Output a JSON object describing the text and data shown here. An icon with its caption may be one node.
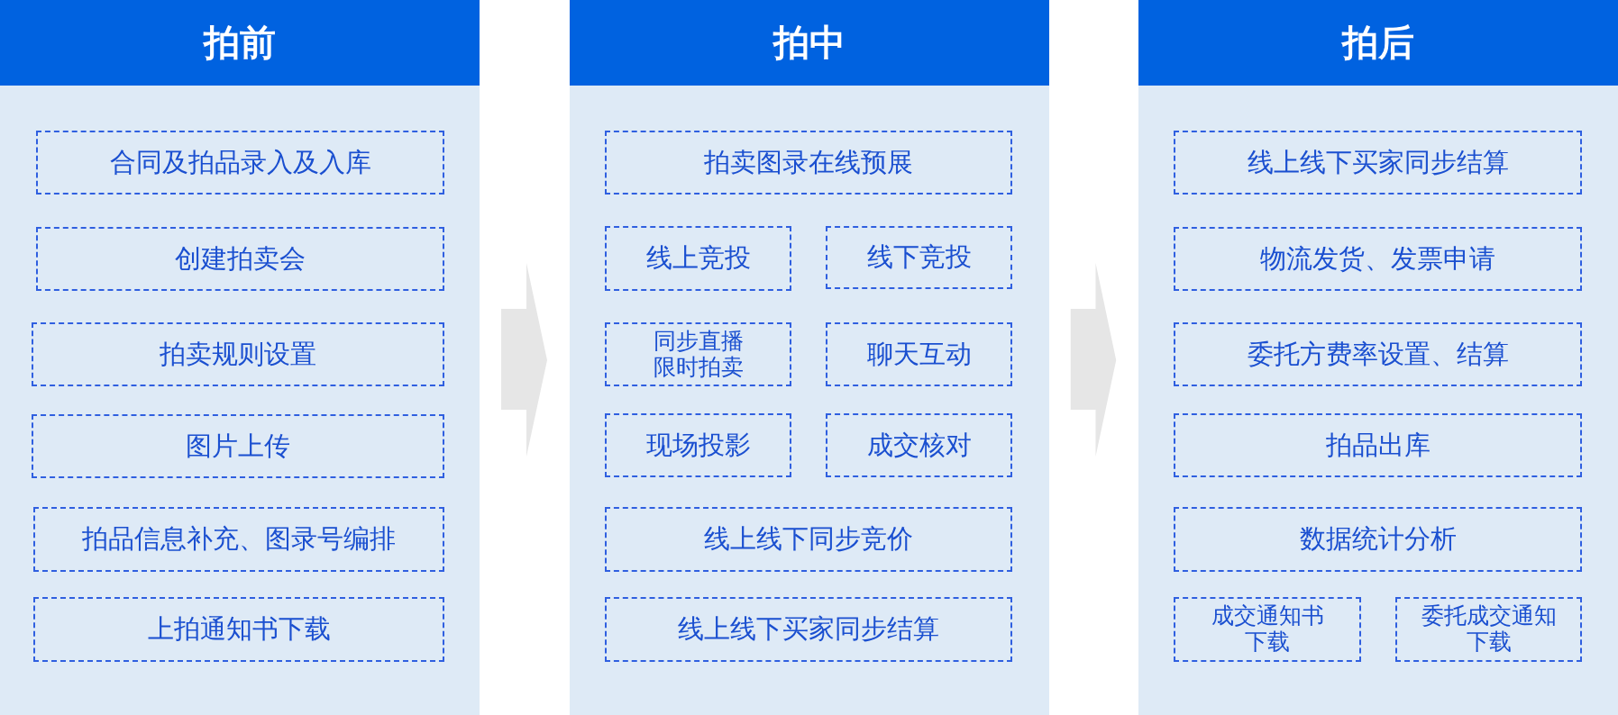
{
  "diagram": {
    "nodes": [
      {
        "text": [
          "拍前"
        ]
      },
      {
        "text": [
          "合同及拍品录入及入库"
        ],
        "in": 0
      },
      {
        "text": [
          "创建拍卖会"
        ],
        "in": 0
      },
      {
        "text": [
          "拍卖规则设置"
        ],
        "in": 0
      },
      {
        "text": [
          "图片上传"
        ],
        "in": 0
      },
      {
        "text": [
          "拍品信息补充、图录号编排"
        ],
        "in": 0
      },
      {
        "text": [
          "上拍通知书下载"
        ],
        "in": 0
      },
      {
        "text": [
          "拍中"
        ]
      },
      {
        "text": [
          "拍卖图录在线预展"
        ],
        "in": 7
      },
      {
        "text": [
          "线上竞投"
        ],
        "in": 7
      },
      {
        "text": [
          "线下竞投"
        ],
        "in": 7
      },
      {
        "text": [
          "同步直播限时拍卖"
        ],
        "in": 7
      },
      {
        "text": [
          "聊天互动"
        ],
        "in": 7
      },
      {
        "text": [
          "现场投影"
        ],
        "in": 7
      },
      {
        "text": [
          "成交核对"
        ],
        "in": 7
      },
      {
        "text": [
          "线上线下同步竞价"
        ],
        "in": 7
      },
      {
        "text": [
          "线上线下买家同步结算"
        ],
        "in": 7
      },
      {
        "text": [
          "拍后"
        ]
      },
      {
        "text": [
          "线上线下买家同步结算"
        ],
        "in": 17
      },
      {
        "text": [
          "物流发货、发票申请"
        ],
        "in": 17
      },
      {
        "text": [
          "委托方费率设置、结算"
        ],
        "in": 17
      },
      {
        "text": [
          "拍品出库"
        ],
        "in": 17
      },
      {
        "text": [
          "数据统计分析"
        ],
        "in": 17
      },
      {
        "text": [
          "成交通知书下载"
        ],
        "in": 17
      },
      {
        "text": [
          "委托成交通知下载"
        ],
        "in": 17
      }
    ],
    "edges": [
      {
        "from": 0,
        "to": 7,
        "arrow": "to"
      },
      {
        "from": 7,
        "to": 17,
        "arrow": "to"
      }
    ]
  }
}
